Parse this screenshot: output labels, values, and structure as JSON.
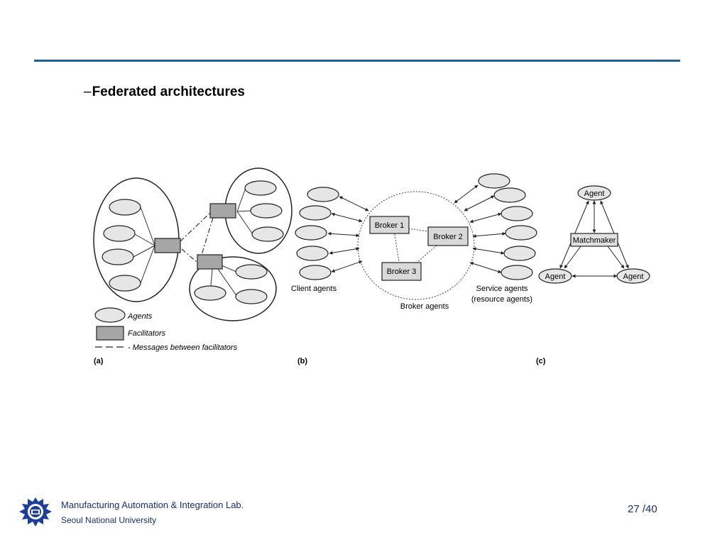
{
  "slide": {
    "title_prefix": "–",
    "title": "Federated architectures"
  },
  "figure": {
    "panel_a": {
      "label": "(a)",
      "legend": {
        "agents": "Agents",
        "facilitators": "Facilitators",
        "messages": "Messages between facilitators"
      }
    },
    "panel_b": {
      "label": "(b)",
      "broker1": "Broker 1",
      "broker2": "Broker 2",
      "broker3": "Broker 3",
      "client_agents": "Client agents",
      "broker_agents": "Broker agents",
      "service_agents": "Service agents",
      "resource_agents": "(resource agents)"
    },
    "panel_c": {
      "label": "(c)",
      "agent": "Agent",
      "matchmaker": "Matchmaker"
    }
  },
  "footer": {
    "lab": "Manufacturing Automation & Integration Lab.",
    "university": "Seoul National University",
    "page": "27 /40"
  },
  "colors": {
    "accent": "#1f5f93",
    "facilitator_fill": "#a6a6a6",
    "agent_fill": "#e6e6e6",
    "footer_text": "#1a2f6a"
  },
  "icons": {
    "logo": "snu-emblem-icon"
  }
}
